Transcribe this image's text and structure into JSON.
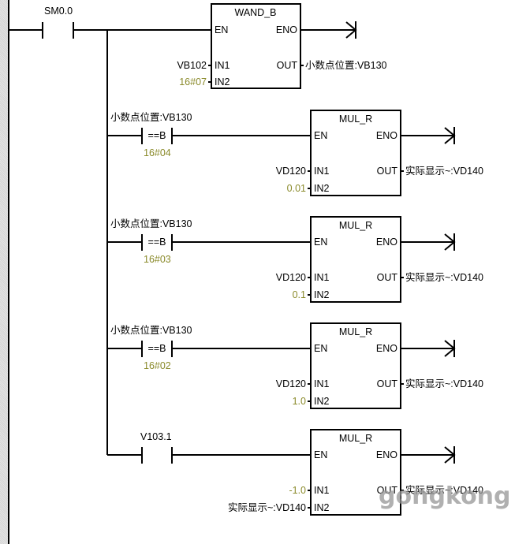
{
  "diagram": {
    "type": "ladder-logic",
    "colors": {
      "line": "#000000",
      "constant": "#8a8a2a",
      "watermark": "#969696"
    },
    "rung1": {
      "contact": {
        "label": "SM0.0",
        "symbol": ""
      },
      "block": {
        "title": "WAND_B",
        "pins": {
          "en": "EN",
          "eno": "ENO",
          "in1": "IN1",
          "in2": "IN2",
          "out": "OUT"
        },
        "in1_value": "VB102",
        "in2_value": "16#07",
        "out_value": "小数点位置:VB130"
      }
    },
    "branches": [
      {
        "contact": {
          "label": "小数点位置:VB130",
          "symbol": "==B",
          "operand": "16#04"
        },
        "block": {
          "title": "MUL_R",
          "pins": {
            "en": "EN",
            "eno": "ENO",
            "in1": "IN1",
            "in2": "IN2",
            "out": "OUT"
          },
          "in1_value": "VD120",
          "in2_value": "0.01",
          "out_value": "实际显示~:VD140"
        }
      },
      {
        "contact": {
          "label": "小数点位置:VB130",
          "symbol": "==B",
          "operand": "16#03"
        },
        "block": {
          "title": "MUL_R",
          "pins": {
            "en": "EN",
            "eno": "ENO",
            "in1": "IN1",
            "in2": "IN2",
            "out": "OUT"
          },
          "in1_value": "VD120",
          "in2_value": "0.1",
          "out_value": "实际显示~:VD140"
        }
      },
      {
        "contact": {
          "label": "小数点位置:VB130",
          "symbol": "==B",
          "operand": "16#02"
        },
        "block": {
          "title": "MUL_R",
          "pins": {
            "en": "EN",
            "eno": "ENO",
            "in1": "IN1",
            "in2": "IN2",
            "out": "OUT"
          },
          "in1_value": "VD120",
          "in2_value": "1.0",
          "out_value": "实际显示~:VD140"
        }
      },
      {
        "contact": {
          "label": "V103.1",
          "symbol": "",
          "operand": ""
        },
        "block": {
          "title": "MUL_R",
          "pins": {
            "en": "EN",
            "eno": "ENO",
            "in1": "IN1",
            "in2": "IN2",
            "out": "OUT"
          },
          "in1_value": "-1.0",
          "in2_value": "实际显示~:VD140",
          "out_value": "实际显示~:VD140"
        }
      }
    ],
    "watermark": "gongkong"
  }
}
